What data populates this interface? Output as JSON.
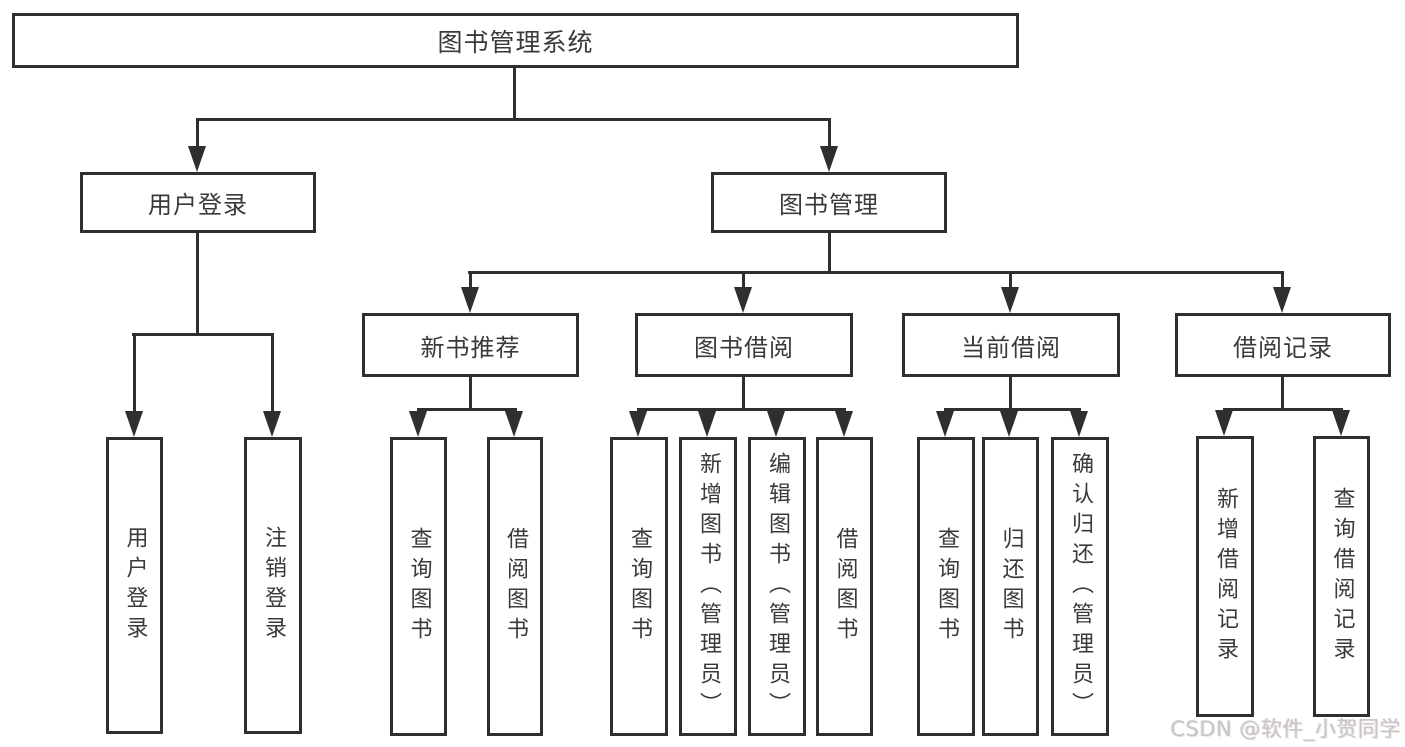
{
  "colors": {
    "line": "#2f2f2f",
    "text": "#3a3a3a",
    "watermark": "#c6c6c6",
    "background": "#ffffff"
  },
  "watermark": {
    "text": "CSDN @软件_小贺同学"
  },
  "tree": {
    "label": "图书管理系统",
    "children": [
      {
        "label": "用户登录",
        "children": [
          {
            "label": "用户登录"
          },
          {
            "label": "注销登录"
          }
        ]
      },
      {
        "label": "图书管理",
        "children": [
          {
            "label": "新书推荐",
            "children": [
              {
                "label": "查询图书"
              },
              {
                "label": "借阅图书"
              }
            ]
          },
          {
            "label": "图书借阅",
            "children": [
              {
                "label": "查询图书"
              },
              {
                "label": "新增图书（管理员）"
              },
              {
                "label": "编辑图书（管理员）"
              },
              {
                "label": "借阅图书"
              }
            ]
          },
          {
            "label": "当前借阅",
            "children": [
              {
                "label": "查询图书"
              },
              {
                "label": "归还图书"
              },
              {
                "label": "确认归还（管理员）"
              }
            ]
          },
          {
            "label": "借阅记录",
            "children": [
              {
                "label": "新增借阅记录"
              },
              {
                "label": "查询借阅记录"
              }
            ]
          }
        ]
      }
    ]
  }
}
